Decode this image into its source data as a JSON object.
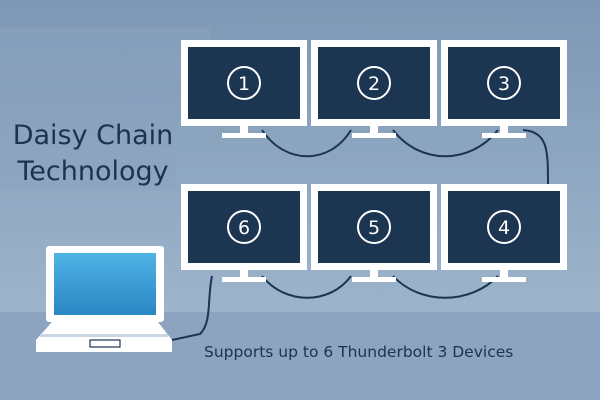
{
  "title": {
    "line1": "Daisy Chain",
    "line2": "Technology"
  },
  "caption": "Supports up to 6 Thunderbolt 3 Devices",
  "monitors": [
    {
      "number": "1"
    },
    {
      "number": "2"
    },
    {
      "number": "3"
    },
    {
      "number": "4"
    },
    {
      "number": "5"
    },
    {
      "number": "6"
    }
  ],
  "colors": {
    "background_top": "#7f99b6",
    "background_bottom": "#9fb6cc",
    "floor": "#8fa7c1",
    "screen": "#1c3550",
    "bezel": "#ffffff",
    "cable": "#1c3550",
    "laptop_screen": "#3aa0d6",
    "text": "#1a3352"
  }
}
